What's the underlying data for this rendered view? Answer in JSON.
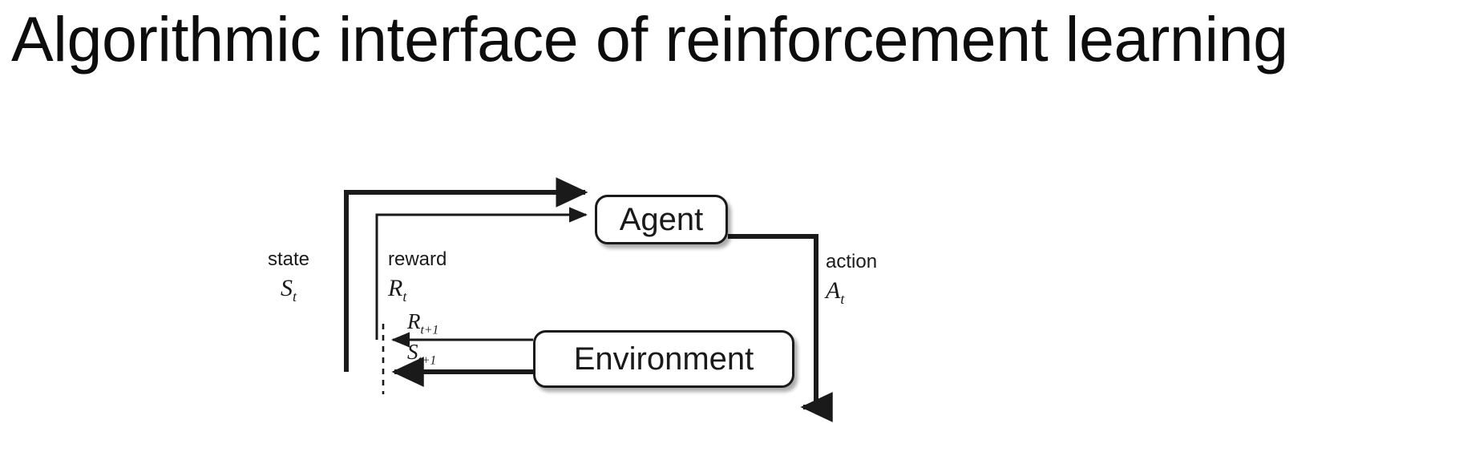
{
  "slide": {
    "title": "Algorithmic interface of reinforcement learning",
    "background_color": "#ffffff",
    "ink_color": "#1a1a1a"
  },
  "diagram": {
    "kind": "agent-environment-interaction-loop",
    "nodes": [
      {
        "id": "agent",
        "label": "Agent"
      },
      {
        "id": "environment",
        "label": "Environment"
      }
    ],
    "edges": [
      {
        "id": "state",
        "from": "environment",
        "to": "agent",
        "word": "state",
        "symbol_base": "S",
        "symbol_sub": "t",
        "stroke": "thick"
      },
      {
        "id": "reward",
        "from": "environment",
        "to": "agent",
        "word": "reward",
        "symbol_base": "R",
        "symbol_sub": "t",
        "stroke": "thin"
      },
      {
        "id": "action",
        "from": "agent",
        "to": "environment",
        "word": "action",
        "symbol_base": "A",
        "symbol_sub": "t",
        "stroke": "thick"
      }
    ],
    "emitted": [
      {
        "id": "reward-next",
        "symbol_base": "R",
        "symbol_sub": "t+1"
      },
      {
        "id": "state-next",
        "symbol_base": "S",
        "symbol_sub": "t+1"
      }
    ],
    "time_step_divider": "dashed"
  }
}
